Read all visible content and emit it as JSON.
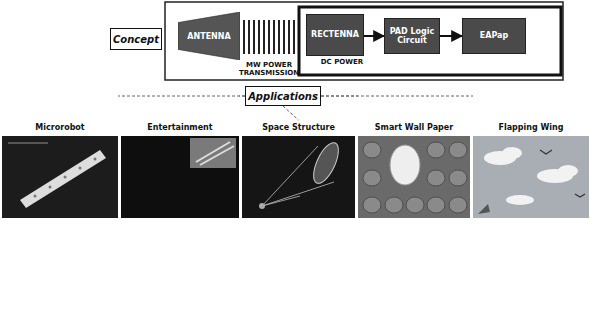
{
  "diagram": {
    "nodes": [
      {
        "text": [
          "Concept"
        ]
      },
      {
        "text": [
          "ANTENNA"
        ]
      },
      {
        "text": [
          "RECTENNA"
        ]
      },
      {
        "text": [
          "PAD Logic Circuit"
        ]
      },
      {
        "text": [
          "EAPap"
        ]
      },
      {
        "text": [
          "Applications"
        ]
      },
      {
        "text": [
          "Microrobot"
        ]
      },
      {
        "text": [
          "Entertainment"
        ]
      },
      {
        "text": [
          "Space Structure"
        ]
      },
      {
        "text": [
          "Smart Wall Paper"
        ]
      },
      {
        "text": [
          "Flapping Wing"
        ]
      }
    ],
    "edges": [
      {
        "from": 2,
        "to": 3,
        "arrow": "to"
      },
      {
        "from": 3,
        "to": 4,
        "arrow": "to"
      },
      {
        "from": 5,
        "to": 6,
        "arrow": "none"
      },
      {
        "from": 5,
        "to": 7,
        "arrow": "none"
      },
      {
        "from": 5,
        "to": 8,
        "arrow": "none"
      },
      {
        "from": 5,
        "to": 9,
        "arrow": "none"
      },
      {
        "from": 5,
        "to": 10,
        "arrow": "none"
      }
    ],
    "labels": [
      "MW POWER TRANSMISSION",
      "DC POWER"
    ]
  }
}
